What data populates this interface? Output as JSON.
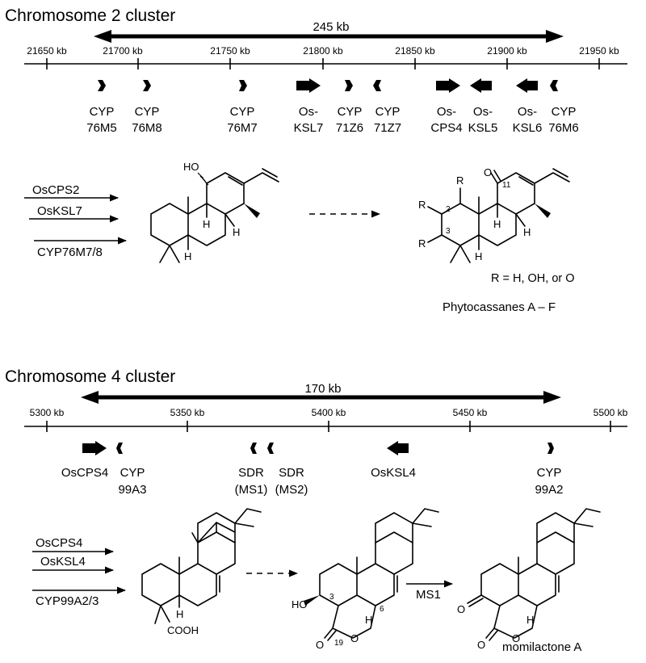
{
  "cluster2": {
    "title": "Chromosome 2 cluster",
    "span": "245 kb",
    "ticks": [
      "21650 kb",
      "21700 kb",
      "21750 kb",
      "21800 kb",
      "21850 kb",
      "21900 kb",
      "21950 kb"
    ],
    "genes": [
      {
        "line1": "CYP",
        "line2": "76M5"
      },
      {
        "line1": "CYP",
        "line2": "76M8"
      },
      {
        "line1": "CYP",
        "line2": "76M7"
      },
      {
        "line1": "Os-",
        "line2": "KSL7"
      },
      {
        "line1": "CYP",
        "line2": "71Z6"
      },
      {
        "line1": "CYP",
        "line2": "71Z7"
      },
      {
        "line1": "Os-",
        "line2": "CPS4"
      },
      {
        "line1": "Os-",
        "line2": "KSL5"
      },
      {
        "line1": "Os-",
        "line2": "KSL6"
      },
      {
        "line1": "CYP",
        "line2": "76M6"
      }
    ],
    "enzymes": [
      "OsCPS2",
      "OsKSL7",
      "CYP76M7/8"
    ],
    "atoms": {
      "ho": "HO",
      "h": "H",
      "o": "O",
      "r": "R",
      "c11": "11",
      "c2": "2",
      "c3": "3"
    },
    "r_note": "R = H, OH, or O",
    "product_name": "Phytocassanes A – F"
  },
  "cluster4": {
    "title": "Chromosome 4 cluster",
    "span": "170 kb",
    "ticks": [
      "5300 kb",
      "5350 kb",
      "5400 kb",
      "5450 kb",
      "5500 kb"
    ],
    "genes": [
      {
        "line1": "OsCPS4",
        "line2": ""
      },
      {
        "line1": "CYP",
        "line2": "99A3"
      },
      {
        "line1": "SDR",
        "line2": "(MS1)"
      },
      {
        "line1": "SDR",
        "line2": "(MS2)"
      },
      {
        "line1": "OsKSL4",
        "line2": ""
      },
      {
        "line1": "CYP",
        "line2": "99A2"
      }
    ],
    "enzymes": [
      "OsCPS4",
      "OsKSL4",
      "CYP99A2/3"
    ],
    "step_enzyme": "MS1",
    "atoms": {
      "cooh": "COOH",
      "ho": "HO",
      "h": "H",
      "o": "O",
      "c3": "3",
      "c6": "6",
      "c19": "19"
    },
    "product_name": "momilactone A"
  }
}
